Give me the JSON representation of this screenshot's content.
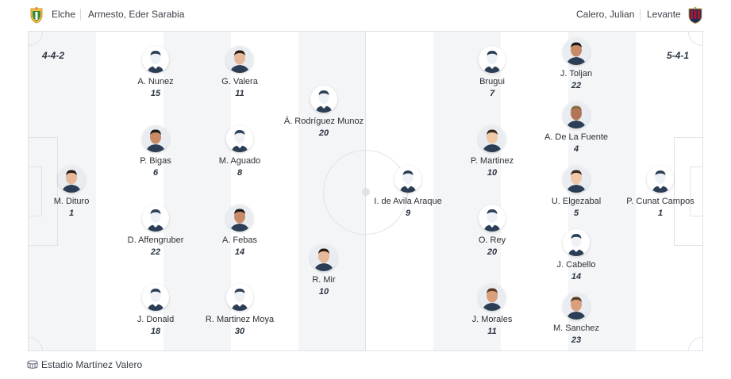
{
  "header": {
    "home_team": "Elche",
    "home_coach": "Armesto, Eder Sarabia",
    "away_coach": "Calero, Julian",
    "away_team": "Levante"
  },
  "formations": {
    "home": "4-4-2",
    "away": "5-4-1"
  },
  "home_players": [
    {
      "name": "M. Dituro",
      "number": "1",
      "photo": "photo"
    },
    {
      "name": "A. Nunez",
      "number": "15",
      "photo": "silhouette"
    },
    {
      "name": "P. Bigas",
      "number": "6",
      "photo": "photo"
    },
    {
      "name": "D. Affengruber",
      "number": "22",
      "photo": "silhouette"
    },
    {
      "name": "J. Donald",
      "number": "18",
      "photo": "silhouette"
    },
    {
      "name": "G. Valera",
      "number": "11",
      "photo": "photo"
    },
    {
      "name": "M. Aguado",
      "number": "8",
      "photo": "silhouette"
    },
    {
      "name": "A. Febas",
      "number": "14",
      "photo": "photo"
    },
    {
      "name": "R. Martinez Moya",
      "number": "30",
      "photo": "silhouette"
    },
    {
      "name": "Á. Rodríguez Munoz",
      "number": "20",
      "photo": "silhouette"
    },
    {
      "name": "R. Mir",
      "number": "10",
      "photo": "photo"
    }
  ],
  "away_players": [
    {
      "name": "I. de Avila Araque",
      "number": "9",
      "photo": "silhouette"
    },
    {
      "name": "Brugui",
      "number": "7",
      "photo": "silhouette"
    },
    {
      "name": "P. Martinez",
      "number": "10",
      "photo": "photo"
    },
    {
      "name": "O. Rey",
      "number": "20",
      "photo": "silhouette"
    },
    {
      "name": "J. Morales",
      "number": "11",
      "photo": "photo"
    },
    {
      "name": "J. Toljan",
      "number": "22",
      "photo": "photo"
    },
    {
      "name": "A. De La Fuente",
      "number": "4",
      "photo": "photo"
    },
    {
      "name": "U. Elgezabal",
      "number": "5",
      "photo": "photo"
    },
    {
      "name": "J. Cabello",
      "number": "14",
      "photo": "silhouette"
    },
    {
      "name": "M. Sanchez",
      "number": "23",
      "photo": "photo"
    },
    {
      "name": "P. Cunat Campos",
      "number": "1",
      "photo": "silhouette"
    }
  ],
  "footer": {
    "stadium": "Estadio Martínez Valero",
    "icon": "stadium-icon"
  },
  "colors": {
    "pitch_light": "#ffffff",
    "pitch_dark": "#f4f5f7",
    "lines": "#dfe3e8",
    "shirt": "#2c3e55",
    "home_crest": "#e8a33a",
    "away_crest": "#8c1c2e"
  }
}
